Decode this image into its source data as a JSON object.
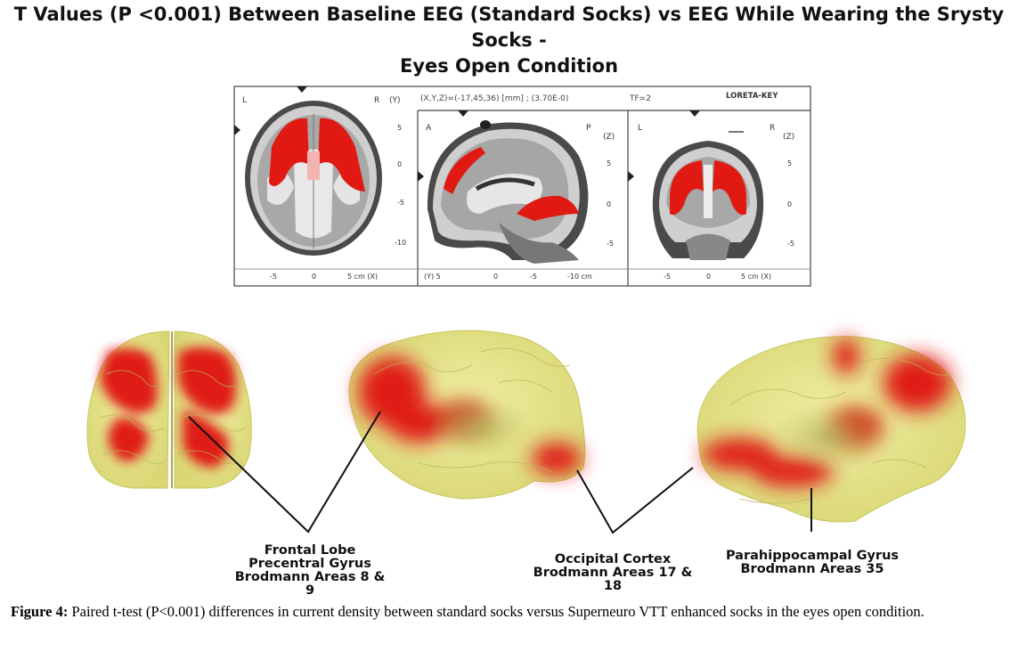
{
  "title": {
    "line1": "T Values (P <0.001) Between Baseline EEG (Standard Socks) vs EEG While Wearing the Srysty Socks -",
    "line2": "Eyes Open Condition"
  },
  "loreta": {
    "header_coords": "(X,Y,Z)=(-17,45,36) [mm] ; (3.70E-0)",
    "header_tf": "TF=2",
    "header_key": "LORETA-KEY",
    "axial": {
      "corner_left": "L",
      "corner_right": "R",
      "axis_label": "(Y)",
      "y_ticks": [
        "5",
        "0",
        "-5",
        "-10"
      ],
      "x_ticks": [
        "-5",
        "0",
        "5 cm (X)"
      ]
    },
    "sagittal": {
      "corner_left": "A",
      "corner_right": "P",
      "axis_label": "(Z)",
      "y_ticks": [
        "5",
        "0",
        "-5"
      ],
      "x_ticks": [
        "(Y) 5",
        "0",
        "-5",
        "-10 cm"
      ]
    },
    "coronal": {
      "corner_left": "L",
      "corner_right": "R",
      "axis_label": "(Z)",
      "y_ticks": [
        "5",
        "0",
        "-5"
      ],
      "x_ticks": [
        "-5",
        "0",
        "5 cm (X)"
      ]
    }
  },
  "annotations": {
    "frontal": [
      "Frontal Lobe",
      "Precentral Gyrus",
      "Brodmann Areas 8 & 9"
    ],
    "occipital": [
      "Occipital Cortex",
      "Brodmann Areas 17 & 18"
    ],
    "parahippocampal": [
      "Parahippocampal Gyrus",
      "Brodmann Areas 35"
    ]
  },
  "caption": {
    "label": "Figure 4:",
    "text": " Paired t-test (P<0.001) differences in current density between standard socks versus Superneuro VTT enhanced socks in the eyes open condition."
  },
  "colors": {
    "activation_red": "#e01a12",
    "cortex_yellow": "#e9e88c",
    "gray_matter": "#a9a9a9"
  }
}
